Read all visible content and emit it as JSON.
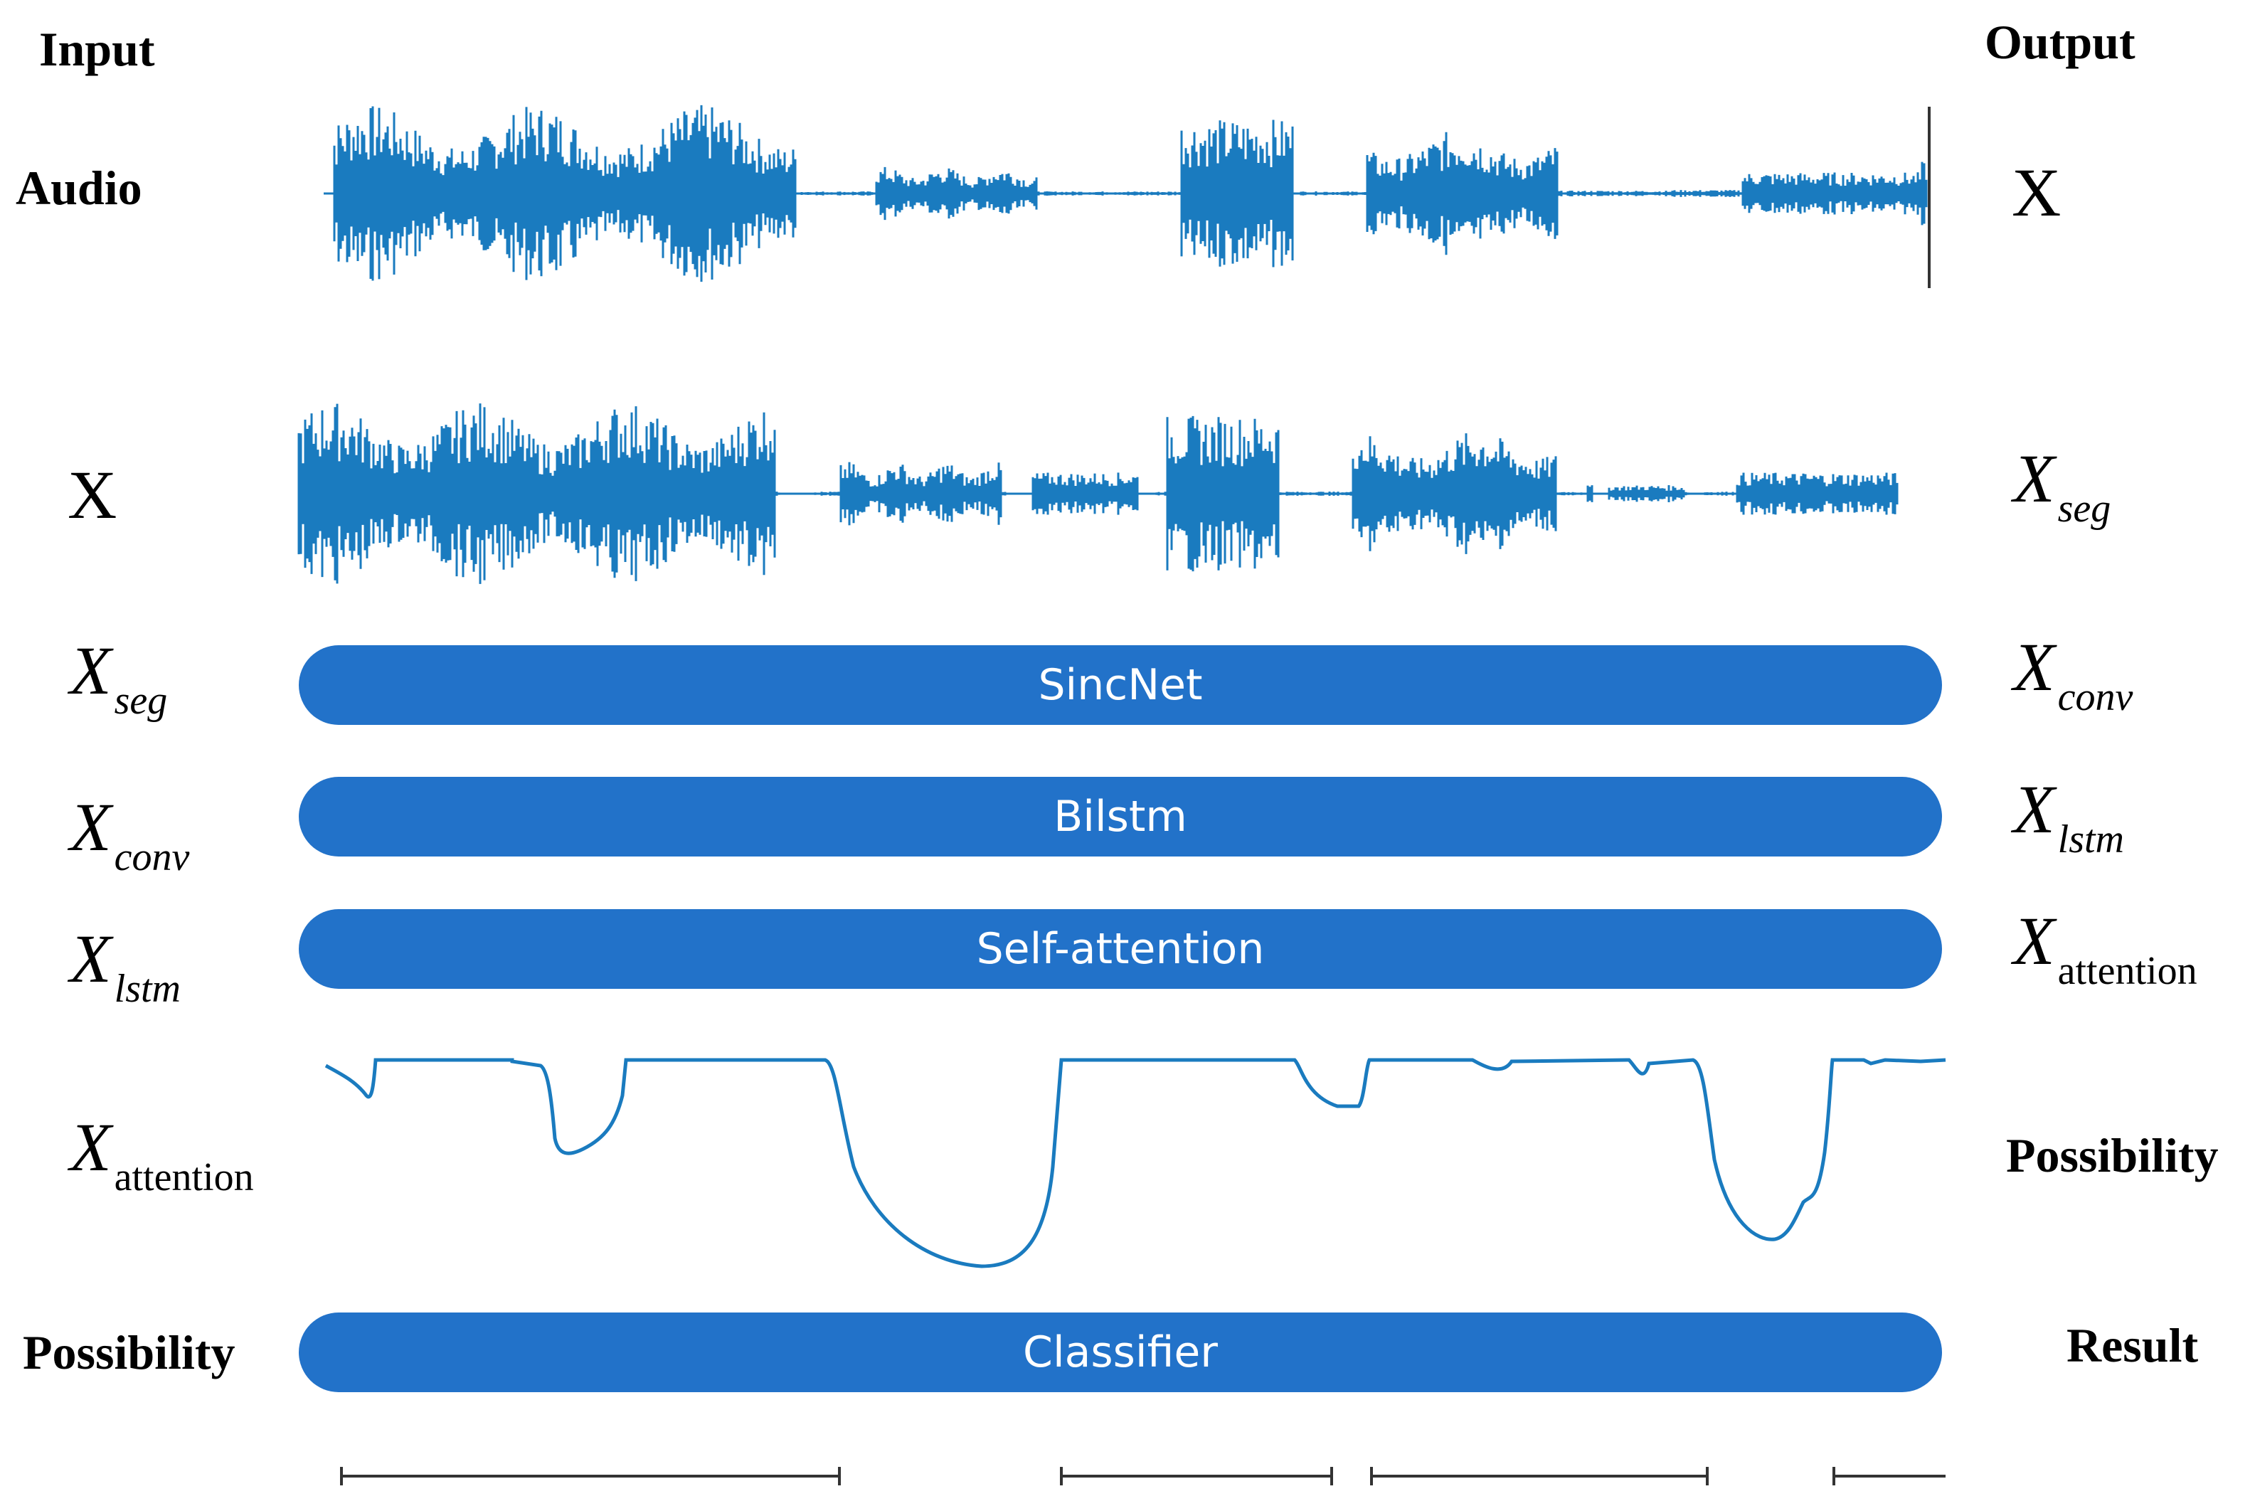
{
  "columns": {
    "input": "Input",
    "output": "Output"
  },
  "rows": {
    "audio": {
      "input": "Audio",
      "output": "X"
    },
    "segment": {
      "input": "X",
      "output_base": "X",
      "output_sub": "seg"
    },
    "sincnet": {
      "input_base": "X",
      "input_sub": "seg",
      "label": "SincNet",
      "output_base": "X",
      "output_sub": "conv"
    },
    "bilstm": {
      "input_base": "X",
      "input_sub": "conv",
      "label": "Bilstm",
      "output_base": "X",
      "output_sub": "lstm"
    },
    "attention": {
      "input_base": "X",
      "input_sub": "lstm",
      "label": "Self-attention",
      "output_base": "X",
      "output_sub": "attention"
    },
    "possibility": {
      "input_base": "X",
      "input_sub": "attention",
      "output": "Possibility"
    },
    "classifier": {
      "input": "Possibility",
      "label": "Classifier",
      "output": "Result"
    }
  },
  "colors": {
    "block": "#2272C9",
    "waveform": "#1A7BBF",
    "line": "#000000"
  }
}
